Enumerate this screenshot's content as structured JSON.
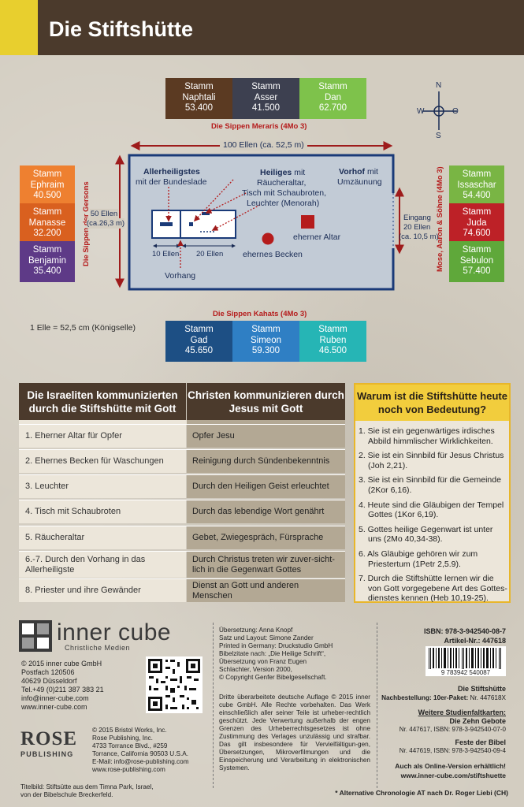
{
  "header": {
    "title": "Die Stiftshütte"
  },
  "diagram": {
    "north_tribes": [
      {
        "label": "Stamm",
        "name": "Naphtali",
        "count": "53.400",
        "color": "#5b3a22"
      },
      {
        "label": "Stamm",
        "name": "Asser",
        "count": "41.500",
        "color": "#3d4050"
      },
      {
        "label": "Stamm",
        "name": "Dan",
        "count": "62.700",
        "color": "#7ec24b"
      }
    ],
    "west_tribes": [
      {
        "label": "Stamm",
        "name": "Ephraim",
        "count": "40.500",
        "color": "#ee8030"
      },
      {
        "label": "Stamm",
        "name": "Manasse",
        "count": "32.200",
        "color": "#d9601f"
      },
      {
        "label": "Stamm",
        "name": "Benjamin",
        "count": "35.400",
        "color": "#5e3a87"
      }
    ],
    "east_tribes": [
      {
        "label": "Stamm",
        "name": "Issaschar",
        "count": "54.400",
        "color": "#79b544"
      },
      {
        "label": "Stamm",
        "name": "Juda",
        "count": "74.600",
        "color": "#bd2127"
      },
      {
        "label": "Stamm",
        "name": "Sebulon",
        "count": "57.400",
        "color": "#5fa83a"
      }
    ],
    "south_tribes": [
      {
        "label": "Stamm",
        "name": "Gad",
        "count": "45.650",
        "color": "#1d4f84"
      },
      {
        "label": "Stamm",
        "name": "Simeon",
        "count": "59.300",
        "color": "#2f7fc4"
      },
      {
        "label": "Stamm",
        "name": "Ruben",
        "count": "46.500",
        "color": "#26b5b5"
      }
    ],
    "meraris": "Die Sippen Meraris (4Mo 3)",
    "gersons": "Die Sippen der Gersons",
    "kahats": "Die Sippen Kahats (4Mo 3)",
    "mose": "Mose, Aaron & Söhne (4Mo 3)",
    "width": "100 Ellen (ca. 52,5 m)",
    "height_1": "50 Ellen",
    "height_2": "(ca.26,3 m)",
    "entrance_1": "Eingang",
    "entrance_2": "20 Ellen",
    "entrance_3": "(ca. 10,5 m)",
    "allerheiligstes": "Allerheiligstes",
    "bundeslade": "mit der Bundeslade",
    "heiliges": "Heiliges",
    "heiliges_mit": " mit",
    "heiliges_2": "Räucheraltar,",
    "heiliges_3": "Tisch mit Schaubroten,",
    "heiliges_4": "Leuchter (Menorah)",
    "vorhof": "Vorhof",
    "vorhof_mit": " mit",
    "vorhof_2": "Umzäunung",
    "ehernes_becken": "ehernes Becken",
    "eherner_altar": "eherner Altar",
    "ellen_10": "10 Ellen",
    "ellen_20": "20 Ellen",
    "vorhang": "Vorhang",
    "elle": "1 Elle = 52,5 cm (Königselle)",
    "compass": {
      "n": "N",
      "s": "S",
      "w": "W",
      "o": "O"
    }
  },
  "table": {
    "head_left": "Die Israeliten kommunizierten durch die Stiftshütte mit Gott",
    "head_right": "Christen kommunizieren durch Jesus mit Gott",
    "rows": [
      {
        "left": "1. Eherner Altar für Opfer",
        "right": "Opfer Jesu"
      },
      {
        "left": "2. Ehernes Becken für Waschungen",
        "right": "Reinigung durch Sündenbekenntnis"
      },
      {
        "left": "3. Leuchter",
        "right": "Durch den Heiligen Geist erleuchtet"
      },
      {
        "left": "4. Tisch mit Schaubroten",
        "right": "Durch das lebendige Wort genährt"
      },
      {
        "left": "5. Räucheraltar",
        "right": "Gebet, Zwiegespräch, Fürsprache"
      },
      {
        "left": "6.-7. Durch den Vorhang in das Allerheiligste",
        "right": "Durch Christus treten wir zuver-sicht-lich in die Gegenwart Gottes"
      },
      {
        "left": "8. Priester und ihre Gewänder",
        "right": "Dienst an Gott und anderen Menschen"
      }
    ]
  },
  "side": {
    "title": "Warum ist die Stiftshütte heute noch von Bedeutung?",
    "items": [
      "1. Sie ist ein gegenwärtiges irdisches Abbild himmlischer Wirklichkeiten.",
      "2. Sie ist ein Sinnbild für Jesus Christus (Joh 2,21).",
      "3. Sie ist ein Sinnbild für die Gemeinde (2Kor 6,16).",
      "4. Heute sind die Gläubigen der Tempel Gottes (1Kor 6,19).",
      "5. Gottes heilige Gegenwart ist unter uns (2Mo 40,34-38).",
      "6. Als Gläubige gehören wir zum Priestertum (1Petr 2,5.9).",
      "7. Durch die Stiftshütte lernen wir die von Gott vorgegebene Art des Gottes-dienstes kennen (Heb 10,19-25)."
    ]
  },
  "footer": {
    "brand": "inner cube",
    "brand_sub": "Christliche Medien",
    "publisher_lines": [
      "© 2015 inner cube GmbH",
      "Postfach 120506",
      "40629 Düsseldorf",
      "Tel.+49 (0)211 387 383 21",
      "info@inner-cube.com",
      "www.inner-cube.com"
    ],
    "rose_top": "ROSE",
    "rose_bottom": "PUBLISHING",
    "rose_lines": [
      "© 2015 Bristol Works, Inc.",
      "Rose Publishing, Inc.",
      "4733 Torrance Blvd., #259",
      "Torrance, California 90503 U.S.A.",
      "E-Mail: info@rose-publishing.com",
      "www.rose-publishing.com"
    ],
    "titlebild_1": "Titelbild: Stiftsütte aus dem Timna Park, Israel,",
    "titlebild_2": "von der Bibelschule Breckerfeld.",
    "credits": [
      "Übersetzung: Anna Knopf",
      "Satz und Layout: Simone Zander",
      "Printed in Germany: Druckstudio GmbH",
      "Bibelzitate nach: „Die Heilige Schrift“,",
      "Übersetzung von Franz Eugen",
      "Schlachter, Version 2000,",
      "© Copyright Genfer Bibelgesellschaft."
    ],
    "legal": "Dritte überarbeitete deutsche Auflage © 2015 inner cube GmbH. Alle Rechte vorbehalten. Das Werk einschließlich aller seiner Teile ist urheber-rechtlich geschützt. Jede Verwertung außerhalb der engen Grenzen des Urheberrechtsgesetzes ist ohne Zustimmung des Verlages unzulässig und strafbar. Das gilt insbesondere für Vervielfältigun-gen, Übersetzungen, Mikroverfilmungen und die Einspeicherung und Verarbeitung in elektronischen Systemen.",
    "isbn": "ISBN: 978-3-942540-08-7",
    "artikel": "Artikel-Nr.: 447618",
    "barcode_number": "9 783942 540087",
    "product_title": "Die Stiftshütte",
    "nachbestellung_label": "Nachbestellung: 10er-Paket:",
    "nachbestellung_nr": "Nr. 447618X",
    "weitere": "Weitere Studienfaltkarten:",
    "gebote": "Die Zehn Gebote",
    "gebote_nr": "Nr. 447617, ISBN: 978-3-942540-07-0",
    "feste": "Feste der Bibel",
    "feste_nr": "Nr. 447619, ISBN: 978-3-942540-09-4",
    "online": "Auch als Online-Version erhältlich!",
    "online_url": "www.inner-cube.com/stiftshuette",
    "chronologie": "* Alternative Chronologie AT nach Dr. Roger Liebi (CH)"
  }
}
